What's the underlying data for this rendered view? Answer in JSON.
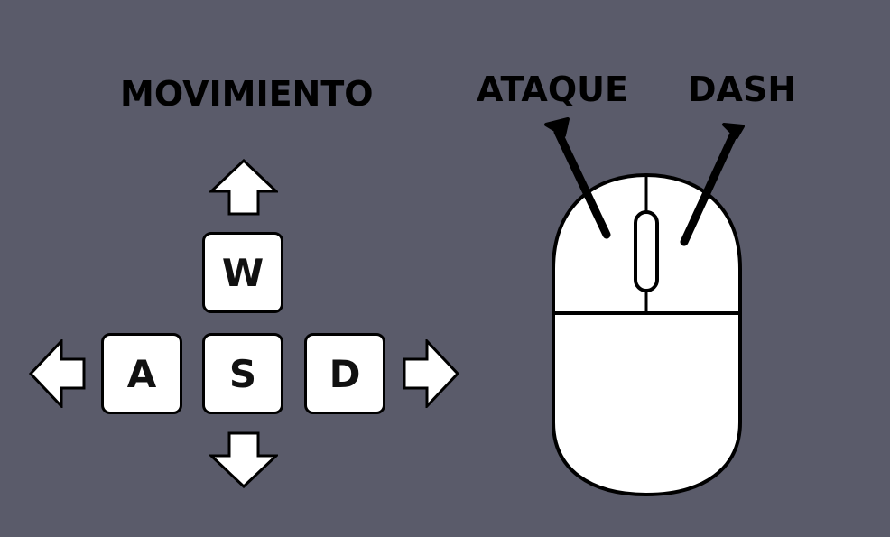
{
  "labels": {
    "movement": "MOVIMIENTO",
    "attack": "ATAQUE",
    "dash": "DASH"
  },
  "keys": {
    "up": "W",
    "left": "A",
    "down": "S",
    "right": "D"
  },
  "icons": {
    "up": "arrow-up-icon",
    "down": "arrow-down-icon",
    "left": "arrow-left-icon",
    "right": "arrow-right-icon",
    "mouse": "mouse-icon"
  },
  "colors": {
    "background": "#5a5b6a",
    "key_fill": "#ffffff",
    "outline": "#000000"
  }
}
